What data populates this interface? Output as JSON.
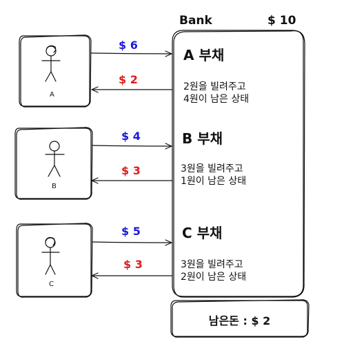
{
  "bank": {
    "title": "Bank",
    "total": "$ 10"
  },
  "people": [
    {
      "label": "A",
      "borrow_amount": "$ 6",
      "repay_amount": "$ 2",
      "debt_title": "A 부채",
      "debt_lines": [
        "2원을 빌려주고",
        "4원이 남은 상태"
      ]
    },
    {
      "label": "B",
      "borrow_amount": "$ 4",
      "repay_amount": "$ 3",
      "debt_title": "B 부채",
      "debt_lines": [
        "3원을 빌려주고",
        "1원이 남은 상태"
      ]
    },
    {
      "label": "C",
      "borrow_amount": "$ 5",
      "repay_amount": "$ 3",
      "debt_title": "C 부채",
      "debt_lines": [
        "3원을 빌려주고",
        "2원이 남은 상태"
      ]
    }
  ],
  "remaining": "남은돈 :  $ 2",
  "colors": {
    "borrow": "#1a1adb",
    "repay": "#e01b1b",
    "ink": "#111111"
  }
}
